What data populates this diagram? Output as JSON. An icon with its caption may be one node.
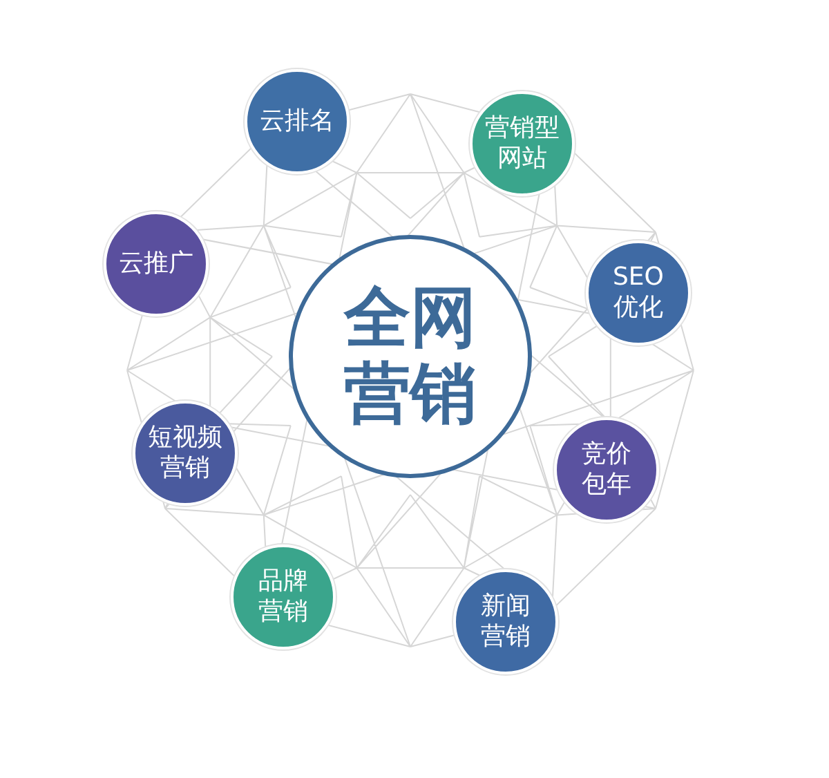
{
  "diagram": {
    "nodes": [
      {
        "text": [
          "全网营销"
        ]
      },
      {
        "text": [
          "云排名"
        ]
      },
      {
        "text": [
          "营销型网站"
        ]
      },
      {
        "text": [
          "SEO优化"
        ]
      },
      {
        "text": [
          "竞价包年"
        ]
      },
      {
        "text": [
          "新闻营销"
        ]
      },
      {
        "text": [
          "品牌营销"
        ]
      },
      {
        "text": [
          "短视频营销"
        ]
      },
      {
        "text": [
          "云推广"
        ]
      }
    ]
  }
}
